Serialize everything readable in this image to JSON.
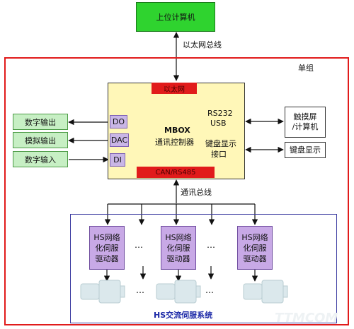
{
  "host": "上位计算机",
  "ethernet_bus": "以太网总线",
  "group_label": "单组",
  "mbox": {
    "top_tab": "以太网",
    "bottom_tab": "CAN/RS485",
    "title": "MBOX",
    "subtitle": "通讯控制器",
    "rs232": "RS232",
    "usb": "USB",
    "keyboard_iface_1": "键盘显示",
    "keyboard_iface_2": "接口"
  },
  "ports": {
    "do": "DO",
    "dac": "DAC",
    "di": "DI"
  },
  "left_boxes": {
    "digital_out": "数字输出",
    "analog_out": "模拟输出",
    "digital_in": "数字输入"
  },
  "right_boxes": {
    "touch_1": "触摸屏",
    "touch_2": "/计算机",
    "keyboard": "键盘显示"
  },
  "comm_bus": "通讯总线",
  "drive": {
    "line1": "HS网络",
    "line2": "化伺服",
    "line3": "驱动器"
  },
  "dots": "…",
  "servo_system": "HS交流伺服系统",
  "watermark": "TTMCOM"
}
